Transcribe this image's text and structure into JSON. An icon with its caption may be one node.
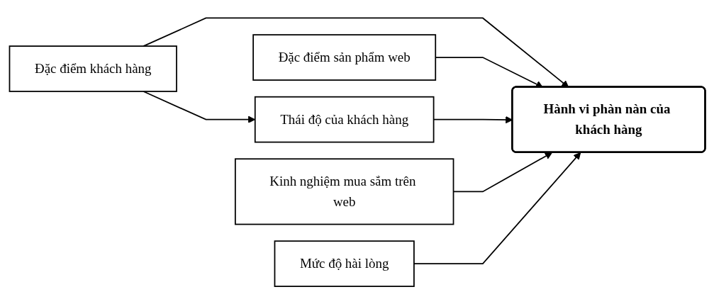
{
  "diagram": {
    "nodes": [
      {
        "text": [
          "Đặc điểm khách hàng"
        ]
      },
      {
        "text": [
          "Đặc điểm sản phẩm web"
        ]
      },
      {
        "text": [
          "Thái độ của khách hàng"
        ]
      },
      {
        "text": [
          "Kinh nghiệm mua sắm trên web"
        ]
      },
      {
        "text": [
          "Mức độ hài lòng"
        ]
      },
      {
        "text": [
          "Hành vi phàn nàn của khách hàng"
        ]
      }
    ],
    "edges": [
      {
        "from": 0,
        "to": 2,
        "arrow": "to"
      },
      {
        "from": 0,
        "to": 5,
        "arrow": "to"
      },
      {
        "from": 1,
        "to": 5,
        "arrow": "to"
      },
      {
        "from": 2,
        "to": 5,
        "arrow": "to"
      },
      {
        "from": 3,
        "to": 5,
        "arrow": "to"
      },
      {
        "from": 4,
        "to": 5,
        "arrow": "to"
      }
    ]
  }
}
